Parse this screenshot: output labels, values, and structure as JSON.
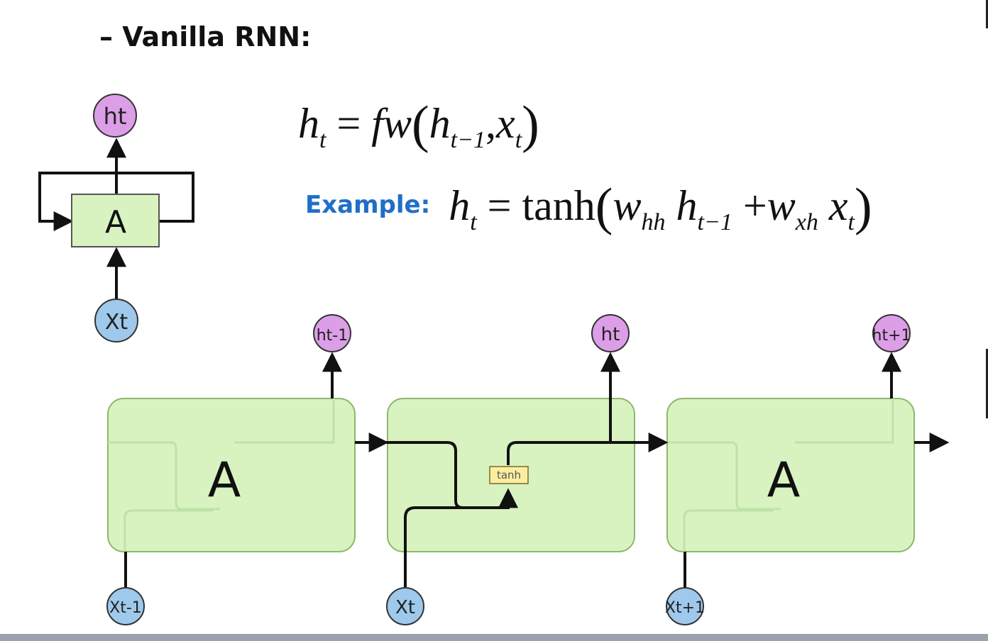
{
  "heading": "– Vanilla RNN:",
  "equation1": {
    "h": "h",
    "t": "t",
    "eq": "=",
    "fw": "fw",
    "lparen": "(",
    "h2": "h",
    "tm1": "t−1",
    "comma": ",",
    "x": "x",
    "t2": "t",
    "rparen": ")"
  },
  "equation2": {
    "label": "Example:",
    "h": "h",
    "t": "t",
    "eq": "=",
    "tanh": "tanh",
    "lparen": "(",
    "w1": "w",
    "hh": "hh",
    "h2": "h",
    "tm1": "t−1",
    "plus": "+",
    "w2": "w",
    "xh": "xh",
    "x": "x",
    "t2": "t",
    "rparen": ")"
  },
  "rolled": {
    "cell_label": "A",
    "output_label": "ht",
    "input_label": "Xt"
  },
  "unrolled": {
    "cells": [
      {
        "label": "A",
        "output": "ht-1",
        "input": "Xt-1"
      },
      {
        "label": "tanh",
        "output": "ht",
        "input": "Xt"
      },
      {
        "label": "A",
        "output": "ht+1",
        "input": "Xt+1"
      }
    ]
  },
  "colors": {
    "cell_fill": "#d8f3c0",
    "cell_stroke": "#8db86c",
    "output_node_fill": "#dd9ee8",
    "input_node_fill": "#9ec9ec",
    "tanh_fill": "#fbeea0",
    "example_label": "#1f6fc8"
  }
}
